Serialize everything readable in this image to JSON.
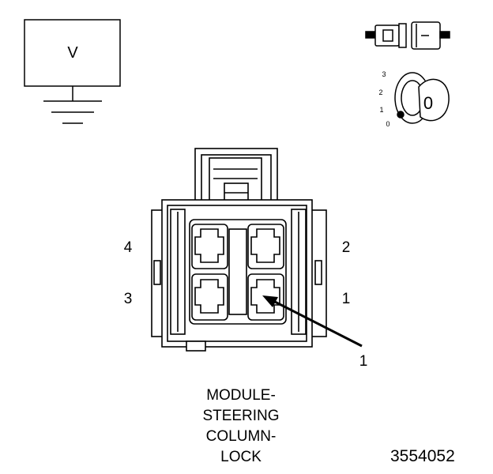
{
  "meter": {
    "symbol": "V"
  },
  "ignition": {
    "positions": [
      "3",
      "2",
      "1",
      "0"
    ],
    "key_position": "0"
  },
  "connector": {
    "pins": {
      "p1": "1",
      "p2": "2",
      "p3": "3",
      "p4": "4"
    },
    "callout": "1"
  },
  "caption": {
    "lines": [
      "MODULE-",
      "STEERING",
      "COLUMN-",
      "LOCK"
    ]
  },
  "figure_number": "3554052",
  "colors": {
    "line": "#000000",
    "background": "#ffffff",
    "shade": "#d9d9d9"
  }
}
